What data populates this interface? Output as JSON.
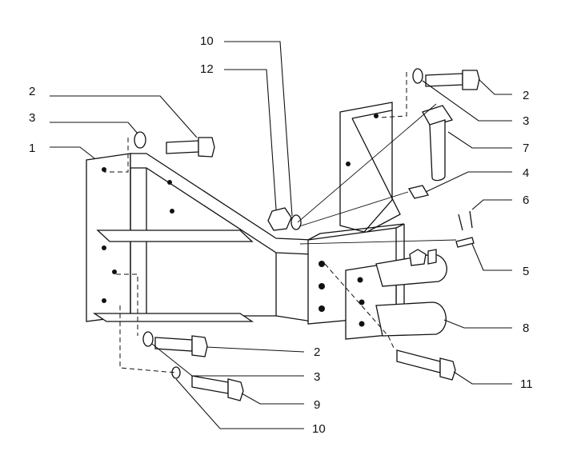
{
  "callouts": [
    {
      "id": "c1",
      "text": "1"
    },
    {
      "id": "c2a",
      "text": "2"
    },
    {
      "id": "c3a",
      "text": "3"
    },
    {
      "id": "c10a",
      "text": "10"
    },
    {
      "id": "c12",
      "text": "12"
    },
    {
      "id": "c2b",
      "text": "2"
    },
    {
      "id": "c3b",
      "text": "3"
    },
    {
      "id": "c7",
      "text": "7"
    },
    {
      "id": "c4",
      "text": "4"
    },
    {
      "id": "c6",
      "text": "6"
    },
    {
      "id": "c5",
      "text": "5"
    },
    {
      "id": "c8",
      "text": "8"
    },
    {
      "id": "c11",
      "text": "11"
    },
    {
      "id": "c2c",
      "text": "2"
    },
    {
      "id": "c3c",
      "text": "3"
    },
    {
      "id": "c9",
      "text": "9"
    },
    {
      "id": "c10b",
      "text": "10"
    }
  ]
}
